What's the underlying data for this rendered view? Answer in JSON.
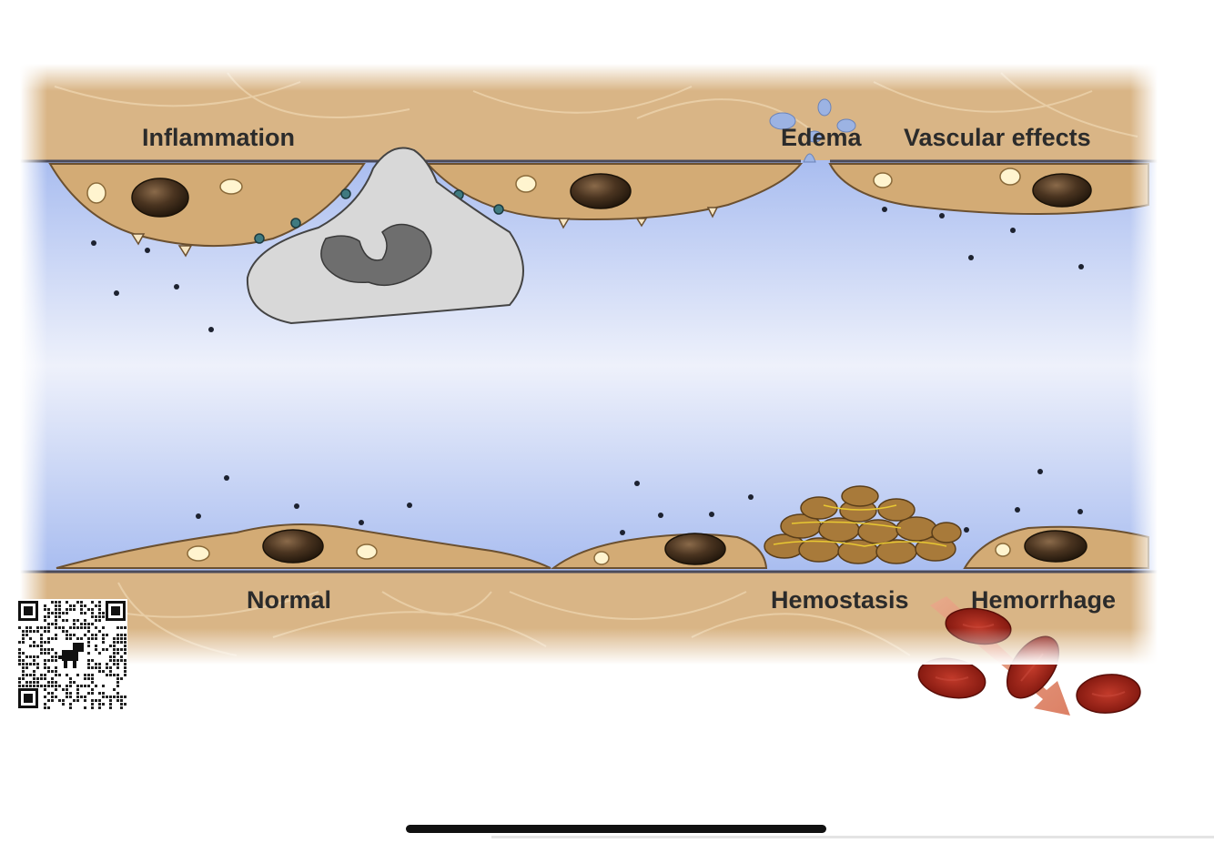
{
  "labels": {
    "top_left": "Inflammation",
    "top_middle": "Edema",
    "top_right": "Vascular effects",
    "bottom_left": "Normal",
    "bottom_middle": "Hemostasis",
    "bottom_right": "Hemorrhage"
  },
  "colors": {
    "tissue": "#d9b586",
    "endothelium": "#c9a06a",
    "lumen_edge": "#a9bdf0",
    "lumen_center": "#eef1fb",
    "nucleus": "#3b2a1a",
    "neutrophil": "#d6d6d6",
    "red_cell": "#8e1a12",
    "platelet": "#a87a3a"
  },
  "icons": [
    "qr-code-icon",
    "dinosaur-icon"
  ]
}
